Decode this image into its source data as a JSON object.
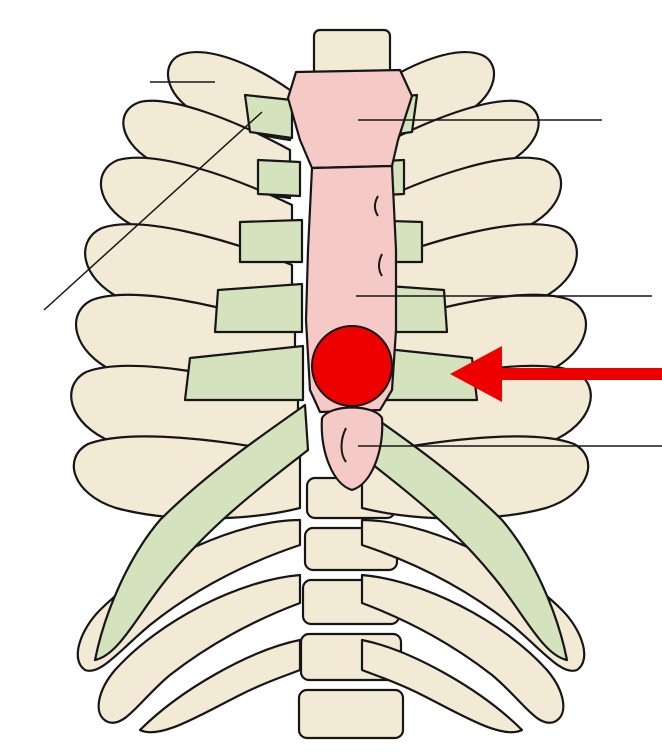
{
  "diagram": {
    "subject": "anterior-rib-cage",
    "colors": {
      "bone": "#f3ead6",
      "cartilage": "#d4e2bd",
      "sternum": "#f5c9c6",
      "outline": "#161616",
      "marker": "#ee0000",
      "background": "#ffffff"
    },
    "annotations": {
      "marker": {
        "shape": "filled-circle",
        "target": "sternum-body"
      },
      "arrow": {
        "direction": "left",
        "target": "costal-cartilage-right"
      }
    },
    "leader_lines": [
      {
        "name": "leader-line-manubrium",
        "side": "right"
      },
      {
        "name": "leader-line-sternum-body",
        "side": "right"
      },
      {
        "name": "leader-line-xiphoid",
        "side": "right"
      },
      {
        "name": "leader-line-upper-left",
        "side": "left"
      },
      {
        "name": "leader-line-costal-left",
        "side": "left"
      }
    ]
  }
}
